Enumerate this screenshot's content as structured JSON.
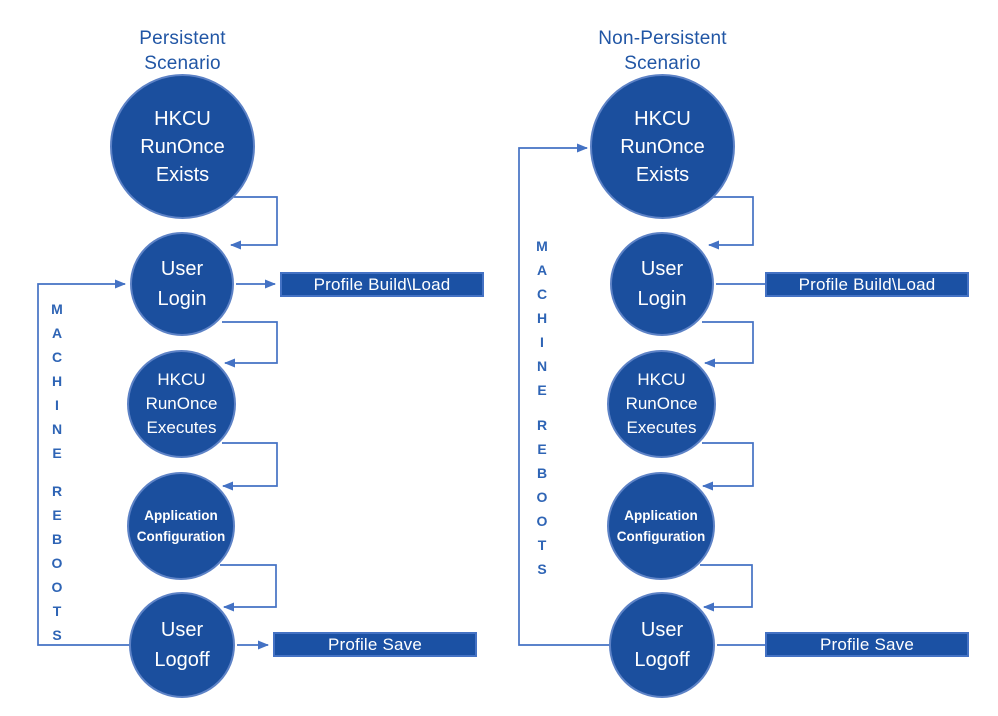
{
  "colors": {
    "background": "#ffffff",
    "node_fill": "#1b4f9e",
    "node_border": "#5d82c6",
    "box_fill": "#1b51a4",
    "box_border": "#4472c4",
    "connector": "#4472c4",
    "title_text": "#2156a5",
    "side_label_text": "#2e64b5",
    "node_text": "#ffffff"
  },
  "diagrams": [
    {
      "title_line1": "Persistent",
      "title_line2": "Scenario",
      "machine_label": "MACHINE",
      "reboots_label": "REBOOTS",
      "nodes": [
        {
          "lines": [
            "HKCU",
            "RunOnce",
            "Exists"
          ]
        },
        {
          "lines": [
            "User",
            "Login"
          ]
        },
        {
          "lines": [
            "HKCU",
            "RunOnce",
            "Executes"
          ]
        },
        {
          "lines": [
            "Application",
            "Configuration"
          ]
        },
        {
          "lines": [
            "User",
            "Logoff"
          ]
        }
      ],
      "profile_build_load_label": "Profile Build\\Load",
      "profile_save_label": "Profile Save"
    },
    {
      "title_line1": "Non-Persistent",
      "title_line2": "Scenario",
      "machine_label": "MACHINE",
      "reboots_label": "REBOOTS",
      "nodes": [
        {
          "lines": [
            "HKCU",
            "RunOnce",
            "Exists"
          ]
        },
        {
          "lines": [
            "User",
            "Login"
          ]
        },
        {
          "lines": [
            "HKCU",
            "RunOnce",
            "Executes"
          ]
        },
        {
          "lines": [
            "Application",
            "Configuration"
          ]
        },
        {
          "lines": [
            "User",
            "Logoff"
          ]
        }
      ],
      "profile_build_load_label": "Profile Build\\Load",
      "profile_save_label": "Profile Save"
    }
  ]
}
